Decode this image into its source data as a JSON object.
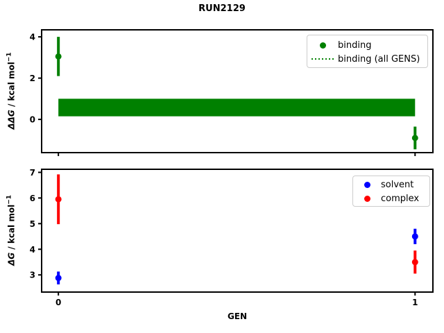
{
  "title": "RUN2129",
  "colors": {
    "binding": "#008000",
    "solvent": "#0000ff",
    "complex": "#ff0000",
    "frame": "#000000",
    "legend_border": "#cccccc"
  },
  "chart_data": [
    {
      "type": "scatter",
      "subplot": "top",
      "ylabel": "ΔΔG / kcal mol⁻¹",
      "ylabel_parts": {
        "italic": "ΔΔG",
        "mid": " / kcal mol",
        "sup": "−1"
      },
      "xlim": [
        -0.047,
        1.05
      ],
      "ylim": [
        -1.61,
        4.34
      ],
      "yticks": [
        4,
        2,
        0
      ],
      "xticks": [
        0,
        1
      ],
      "show_xtick_labels": false,
      "grid": false,
      "legend_position": "upper right",
      "series": [
        {
          "name": "binding",
          "color": "#008000",
          "marker": "circle",
          "points": [
            {
              "x": 0,
              "y": 3.05,
              "err": 0.95
            },
            {
              "x": 1,
              "y": -0.9,
              "err": 0.55
            }
          ]
        }
      ],
      "band": {
        "label": "binding (all GENS)",
        "color": "#008000",
        "x_range": [
          0,
          1
        ],
        "y_range": [
          0.15,
          1.0
        ]
      },
      "legend": {
        "entries": [
          {
            "label": "binding",
            "marker": "dot",
            "color": "#008000"
          },
          {
            "label": "binding (all GENS)",
            "marker": "dotted-line",
            "color": "#008000"
          }
        ]
      }
    },
    {
      "type": "scatter",
      "subplot": "bottom",
      "xlabel": "GEN",
      "ylabel": "ΔG / kcal mol⁻¹",
      "ylabel_parts": {
        "italic": "ΔG",
        "mid": " / kcal mol",
        "sup": "−1"
      },
      "xlim": [
        -0.047,
        1.05
      ],
      "ylim": [
        2.33,
        7.12
      ],
      "yticks": [
        7,
        6,
        5,
        4,
        3
      ],
      "xticks": [
        0,
        1
      ],
      "show_xtick_labels": true,
      "grid": false,
      "legend_position": "upper right",
      "series": [
        {
          "name": "solvent",
          "color": "#0000ff",
          "marker": "circle",
          "points": [
            {
              "x": 0,
              "y": 2.88,
              "err": 0.25
            },
            {
              "x": 1,
              "y": 4.5,
              "err": 0.3
            }
          ]
        },
        {
          "name": "complex",
          "color": "#ff0000",
          "marker": "circle",
          "points": [
            {
              "x": 0,
              "y": 5.95,
              "err": 0.97
            },
            {
              "x": 1,
              "y": 3.5,
              "err": 0.45
            }
          ]
        }
      ],
      "legend": {
        "entries": [
          {
            "label": "solvent",
            "marker": "dot",
            "color": "#0000ff"
          },
          {
            "label": "complex",
            "marker": "dot",
            "color": "#ff0000"
          }
        ]
      }
    }
  ]
}
